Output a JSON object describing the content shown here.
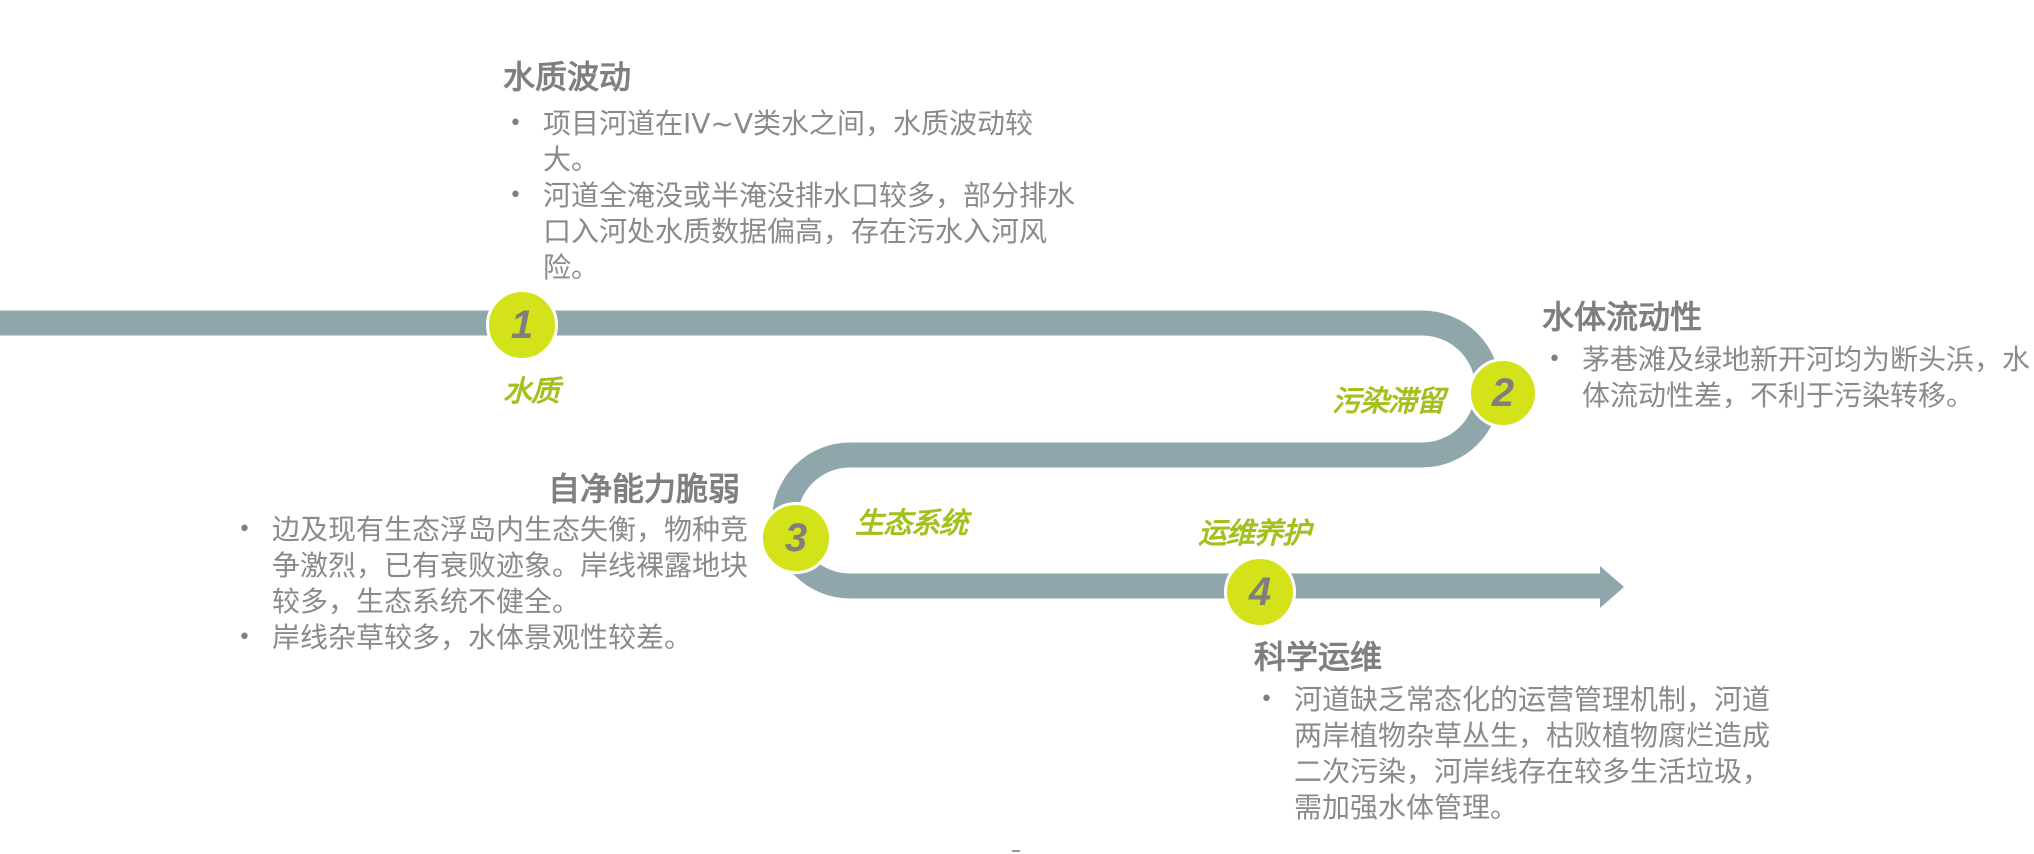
{
  "colors": {
    "river": "#8fa6ab",
    "node_fill": "#d4e21a",
    "node_text": "#7f7f7f",
    "tag_text": "#a3c11c",
    "heading_text": "#7f7f7f",
    "body_text": "#8a8a8a"
  },
  "nodes": [
    {
      "number": "1",
      "tag": "水质"
    },
    {
      "number": "2",
      "tag": "污染滞留"
    },
    {
      "number": "3",
      "tag": "生态系统"
    },
    {
      "number": "4",
      "tag": "运维养护"
    }
  ],
  "sections": {
    "water_quality": {
      "title": "水质波动",
      "bullet": "•",
      "items": [
        "项目河道在IV~V类水之间，水质波动较大。",
        "河道全淹没或半淹没排水口较多，部分排水口入河处水质数据偏高，存在污水入河风险。"
      ]
    },
    "flow": {
      "title": "水体流动性",
      "bullet": "•",
      "items": [
        "茅巷滩及绿地新开河均为断头浜，水体流动性差，不利于污染转移。"
      ]
    },
    "ecology": {
      "title": "自净能力脆弱",
      "bullet": "•",
      "items": [
        "边及现有生态浮岛内生态失衡，物种竞争激烈，已有衰败迹象。岸线裸露地块较多，生态系统不健全。",
        "岸线杂草较多，水体景观性较差。"
      ]
    },
    "maintenance": {
      "title": "科学运维",
      "bullet": "•",
      "items": [
        "河道缺乏常态化的运营管理机制，河道两岸植物杂草丛生，枯败植物腐烂造成二次污染，河岸线存在较多生活垃圾，需加强水体管理。"
      ]
    }
  }
}
